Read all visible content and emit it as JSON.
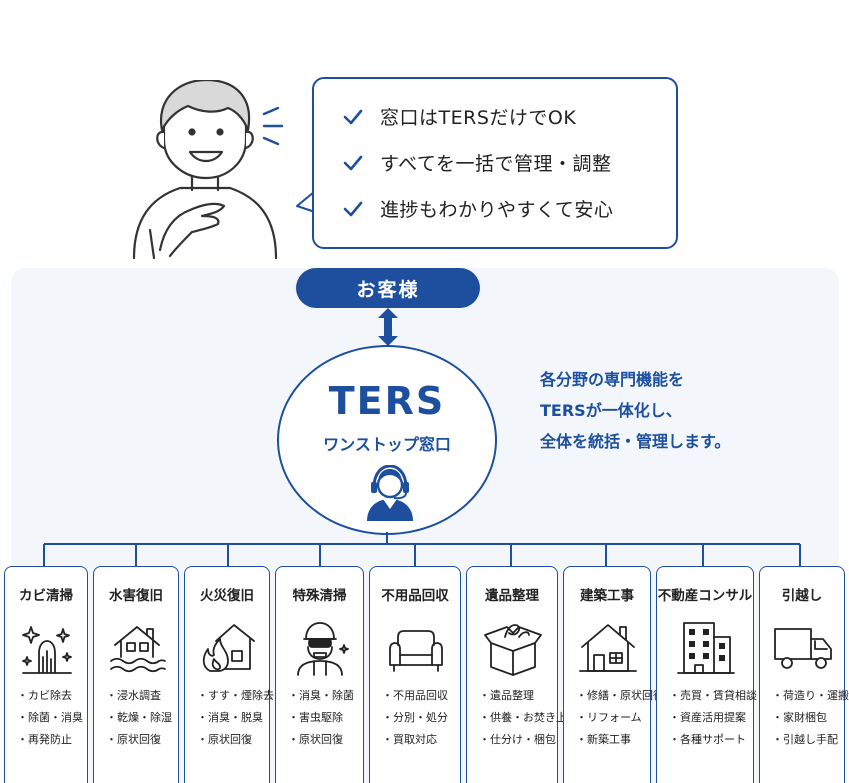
{
  "speech": {
    "items": [
      "窓口はTERSだけでOK",
      "すべてを一括で管理・調整",
      "進捗もわかりやすくて安心"
    ]
  },
  "customer_label": "お客様",
  "hub": {
    "title": "TERS",
    "subtitle": "ワンストップ窓口"
  },
  "description": [
    "各分野の専門機能を",
    "TERSが一体化し、",
    "全体を統括・管理します。"
  ],
  "colors": {
    "primary": "#1d4f9e",
    "panel": "#f3f7fc"
  },
  "services": [
    {
      "title": "カビ清掃",
      "icon": "mold-sparkle-icon",
      "items": [
        "・カビ除去",
        "・除菌・消臭",
        "・再発防止"
      ]
    },
    {
      "title": "水害復旧",
      "icon": "flooded-house-icon",
      "items": [
        "・浸水調査",
        "・乾燥・除湿",
        "・原状回復"
      ]
    },
    {
      "title": "火災復旧",
      "icon": "burning-house-icon",
      "items": [
        "・すす・煙除去",
        "・消臭・脱臭",
        "・原状回復"
      ]
    },
    {
      "title": "特殊清掃",
      "icon": "protective-worker-icon",
      "items": [
        "・消臭・除菌",
        "・害虫駆除",
        "・原状回復"
      ]
    },
    {
      "title": "不用品回収",
      "icon": "sofa-icon",
      "items": [
        "・不用品回収",
        "・分別・処分",
        "・買取対応"
      ]
    },
    {
      "title": "遺品整理",
      "icon": "open-box-icon",
      "items": [
        "・遺品整理",
        "・供養・お焚き上げ",
        "・仕分け・梱包"
      ]
    },
    {
      "title": "建築工事",
      "icon": "house-icon",
      "items": [
        "・修繕・原状回復",
        "・リフォーム",
        "・新築工事"
      ]
    },
    {
      "title": "不動産コンサル",
      "icon": "building-icon",
      "items": [
        "・売買・賃貸相談",
        "・資産活用提案",
        "・各種サポート"
      ]
    },
    {
      "title": "引越し",
      "icon": "truck-icon",
      "items": [
        "・荷造り・運搬",
        "・家財梱包",
        "・引越し手配"
      ]
    }
  ]
}
